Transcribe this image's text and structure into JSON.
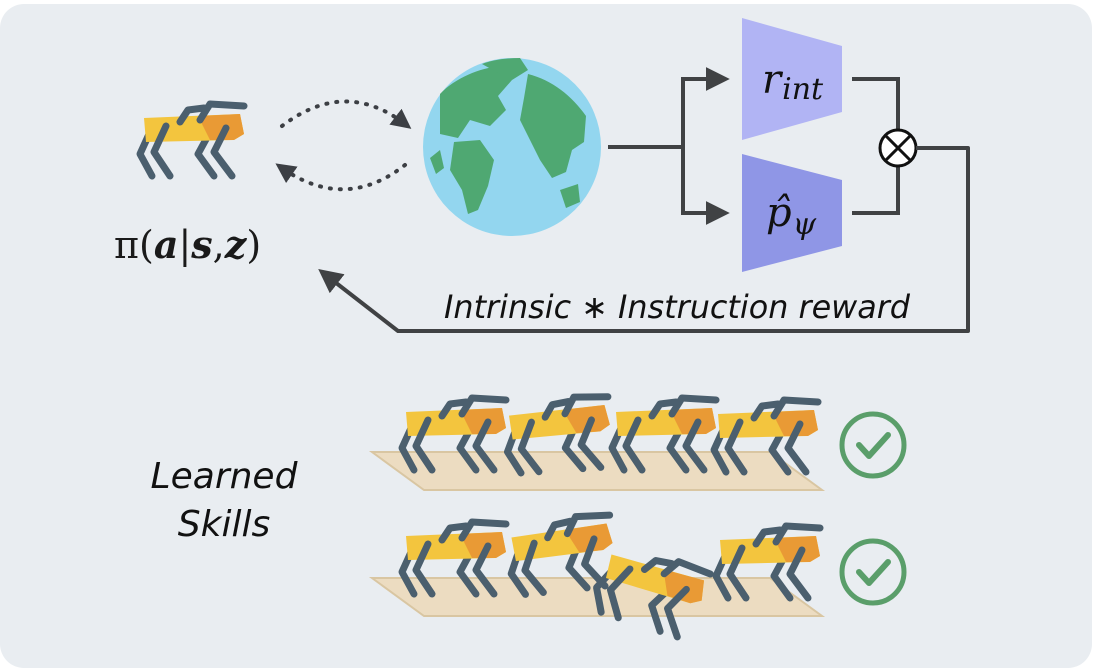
{
  "policy": {
    "pi": "π",
    "open_paren": "(",
    "a": "a",
    "bar": "|",
    "s": "s",
    "comma": ",",
    "z": "z",
    "close_paren": ")"
  },
  "networks": {
    "r_int": {
      "base": "r",
      "sub": "int"
    },
    "p_psi": {
      "base": "p̂",
      "sub": "ψ"
    }
  },
  "multiply_symbol": "⊗",
  "reward_label": "Intrinsic ∗ Instruction reward",
  "learned_skills": [
    "Learned",
    "Skills"
  ],
  "icon_names": [
    "robot-dog-icon",
    "earth-globe-icon",
    "checkmark-circle-icon"
  ],
  "colors": {
    "background": "#e9edf1",
    "r_int_trapezoid": "#b1b4f4",
    "p_psi_trapezoid": "#8f96e6",
    "robot_body": "#f3c53e",
    "robot_accent": "#e99a35",
    "robot_legs": "#4b5f6e",
    "ocean": "#93d6ef",
    "land": "#4fa872",
    "check": "#5a9e6a",
    "line": "#404244",
    "platform": "#ecdcc1"
  }
}
